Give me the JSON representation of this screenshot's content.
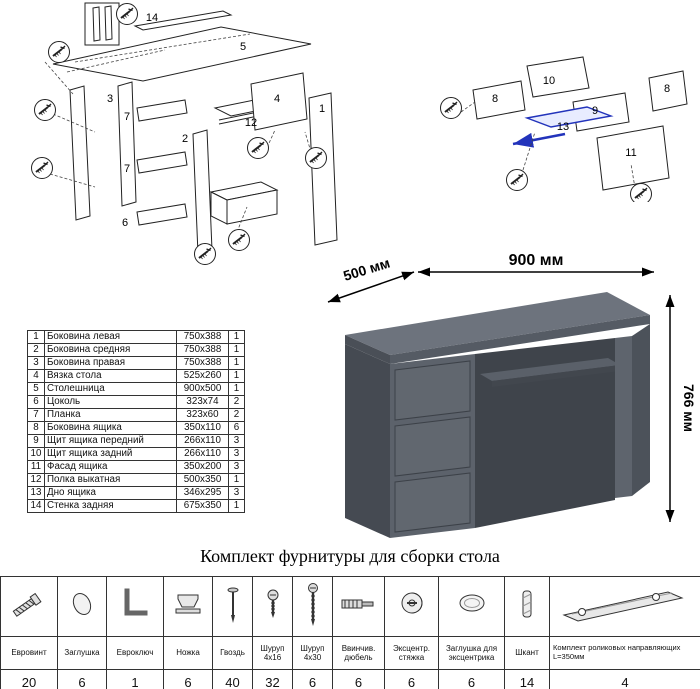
{
  "colors": {
    "accent_blue": "#2233bb",
    "desk_top": "#6d737d",
    "desk_body": "#5c626b",
    "line": "#222222"
  },
  "diagram_left": {
    "labels": [
      "14",
      "5",
      "3",
      "7",
      "7",
      "6",
      "2",
      "12",
      "4",
      "1"
    ]
  },
  "diagram_right": {
    "labels": [
      "10",
      "8",
      "9",
      "13",
      "11",
      "8"
    ]
  },
  "desk_dimensions": {
    "width": "900 мм",
    "depth": "500 мм",
    "height": "766 мм"
  },
  "parts_table": {
    "rows": [
      {
        "num": "1",
        "name": "Боковина левая",
        "size": "750x388",
        "qty": "1"
      },
      {
        "num": "2",
        "name": "Боковина средняя",
        "size": "750x388",
        "qty": "1"
      },
      {
        "num": "3",
        "name": "Боковина правая",
        "size": "750x388",
        "qty": "1"
      },
      {
        "num": "4",
        "name": "Вязка стола",
        "size": "525x260",
        "qty": "1"
      },
      {
        "num": "5",
        "name": "Столешница",
        "size": "900x500",
        "qty": "1"
      },
      {
        "num": "6",
        "name": "Цоколь",
        "size": "323x74",
        "qty": "2"
      },
      {
        "num": "7",
        "name": "Планка",
        "size": "323x60",
        "qty": "2"
      },
      {
        "num": "8",
        "name": "Боковина ящика",
        "size": "350x110",
        "qty": "6"
      },
      {
        "num": "9",
        "name": "Щит ящика передний",
        "size": "266x110",
        "qty": "3"
      },
      {
        "num": "10",
        "name": "Щит ящика задний",
        "size": "266x110",
        "qty": "3"
      },
      {
        "num": "11",
        "name": "Фасад ящика",
        "size": "350x200",
        "qty": "3"
      },
      {
        "num": "12",
        "name": "Полка выкатная",
        "size": "500x350",
        "qty": "1"
      },
      {
        "num": "13",
        "name": "Дно ящика",
        "size": "346x295",
        "qty": "3"
      },
      {
        "num": "14",
        "name": "Стенка задняя",
        "size": "675x350",
        "qty": "1"
      }
    ]
  },
  "hardware": {
    "title": "Комплект фурнитуры для сборки стола",
    "items": [
      {
        "name": "Евровинт",
        "qty": "20",
        "icon": "euroscrew-icon"
      },
      {
        "name": "Заглушка",
        "qty": "6",
        "icon": "cap-icon"
      },
      {
        "name": "Евроключ",
        "qty": "1",
        "icon": "hexkey-icon"
      },
      {
        "name": "Ножка",
        "qty": "6",
        "icon": "foot-icon"
      },
      {
        "name": "Гвоздь",
        "qty": "40",
        "icon": "nail-icon"
      },
      {
        "name": "Шуруп 4x16",
        "qty": "32",
        "icon": "screw-small-icon"
      },
      {
        "name": "Шуруп 4x30",
        "qty": "6",
        "icon": "screw-large-icon"
      },
      {
        "name": "Ввинчив. дюбель",
        "qty": "6",
        "icon": "dowel-screw-icon"
      },
      {
        "name": "Эксцентр. стяжка",
        "qty": "6",
        "icon": "cam-lock-icon"
      },
      {
        "name": "Заглушка для эксцентрика",
        "qty": "6",
        "icon": "cam-cap-icon"
      },
      {
        "name": "Шкант",
        "qty": "14",
        "icon": "wood-dowel-icon"
      },
      {
        "name": "Комплект роликовых направляющих L=350мм",
        "qty": "4",
        "icon": "drawer-slide-icon"
      }
    ]
  }
}
